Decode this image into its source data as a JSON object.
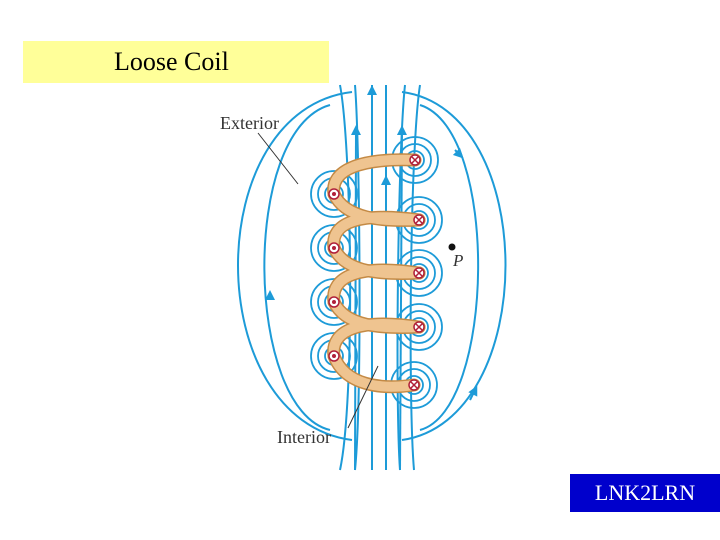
{
  "slide": {
    "title": "Loose Coil",
    "badge": "LNK2LRN"
  },
  "diagram": {
    "labels": {
      "exterior": "Exterior",
      "interior": "Interior",
      "point": "P"
    },
    "colors": {
      "field_line": "#1d9bd8",
      "coil": "#efc490",
      "coil_edge": "#c48a45",
      "wire_mark": "#b0203a",
      "title_bg": "#ffff99",
      "badge_bg": "#0000cc"
    }
  }
}
